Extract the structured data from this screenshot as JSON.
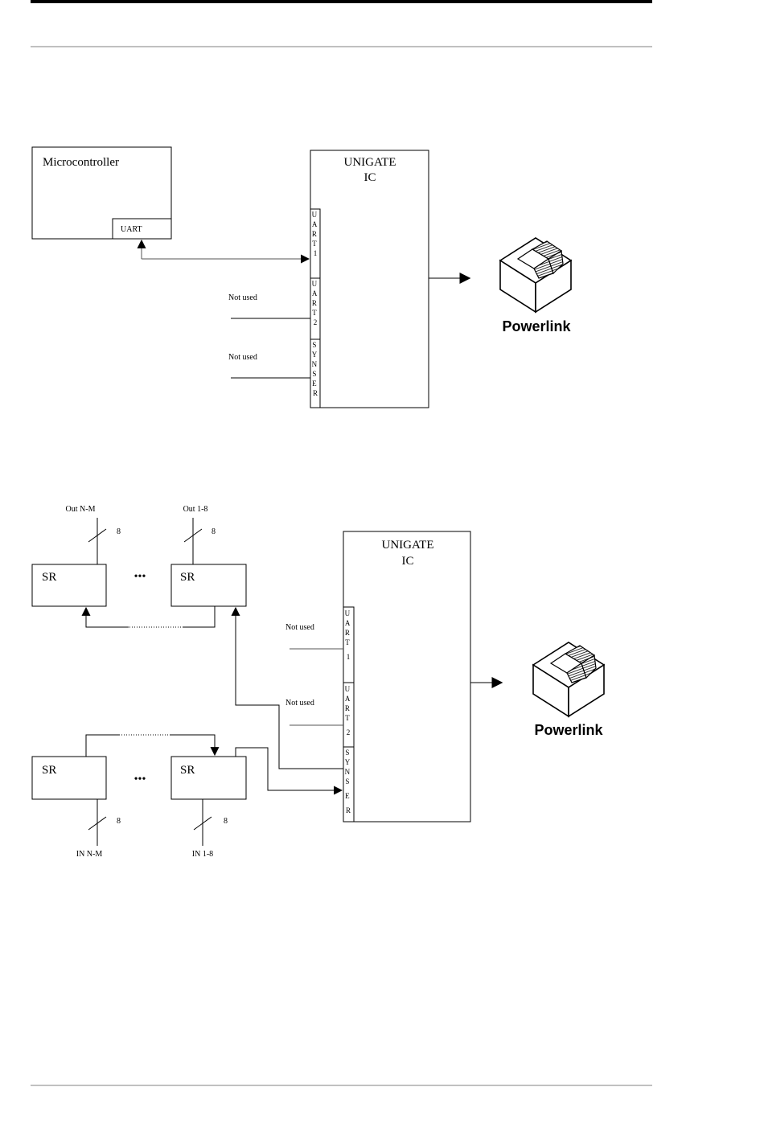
{
  "diagram1": {
    "microcontroller": {
      "title": "Microcontroller",
      "port": "UART"
    },
    "unigate": {
      "line1": "UNIGATE",
      "line2": "IC"
    },
    "ports": [
      {
        "id": "uart1",
        "letters": [
          "U",
          "A",
          "R",
          "T",
          "1"
        ]
      },
      {
        "id": "uart2",
        "letters": [
          "U",
          "A",
          "R",
          "T",
          "2"
        ]
      },
      {
        "id": "synser",
        "letters": [
          "S",
          "Y",
          "N",
          "S",
          "E",
          "R"
        ]
      }
    ],
    "not_used_labels": [
      "Not used",
      "Not used"
    ],
    "network": "Powerlink"
  },
  "diagram2": {
    "out_labels": [
      "Out N-M",
      "Out 1-8"
    ],
    "in_labels": [
      "IN N-M",
      "IN 1-8"
    ],
    "bus_width": "8",
    "shift_register": "SR",
    "ellipsis": "•••",
    "unigate": {
      "line1": "UNIGATE",
      "line2": "IC"
    },
    "ports": [
      {
        "id": "uart1",
        "letters": [
          "U",
          "A",
          "R",
          "T",
          "1"
        ]
      },
      {
        "id": "uart2",
        "letters": [
          "U",
          "A",
          "R",
          "T",
          "2"
        ]
      },
      {
        "id": "synser",
        "letters": [
          "S",
          "Y",
          "N",
          "S",
          "E",
          "R"
        ]
      }
    ],
    "not_used_labels": [
      "Not used",
      "Not used"
    ],
    "network": "Powerlink"
  },
  "colors": {
    "line": "#000000",
    "background": "#ffffff",
    "rule": "#808080"
  },
  "icons": {
    "network_jack": "rj45-socket-icon",
    "arrow": "arrowhead-icon"
  }
}
